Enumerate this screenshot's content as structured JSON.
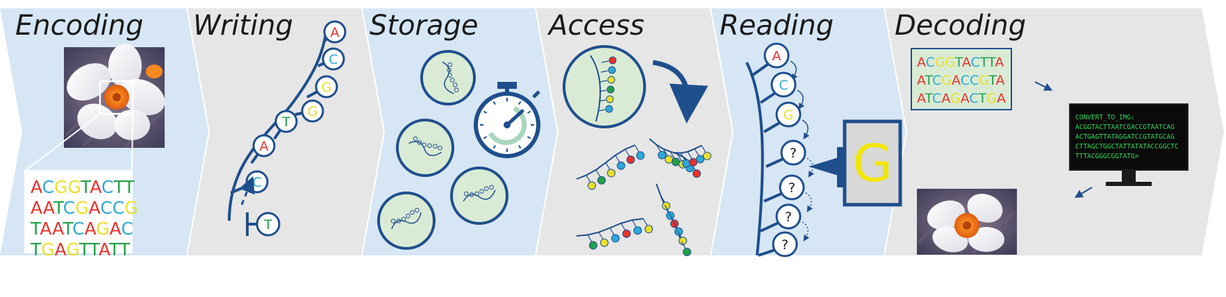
{
  "colors": {
    "blue_panel": "#d6e6f4",
    "grey_panel": "#e6e6e6",
    "dark_blue": "#1f4e8c",
    "A": "#e8322c",
    "C": "#2da9d6",
    "G": "#e8e02a",
    "T": "#22a04b",
    "terminal_text": "#31d65a"
  },
  "stages": [
    {
      "title": "Encoding"
    },
    {
      "title": "Writing"
    },
    {
      "title": "Storage"
    },
    {
      "title": "Access"
    },
    {
      "title": "Reading"
    },
    {
      "title": "Decoding"
    }
  ],
  "encoding": {
    "sequence_lines": [
      "ACGGTACTT",
      "AATCGACCG",
      "TAATCAGAC",
      "TGAGTTATT"
    ]
  },
  "writing": {
    "strand_bases": [
      "C",
      "A",
      "T",
      "G",
      "G",
      "C",
      "A"
    ],
    "incoming_base": "T"
  },
  "reading": {
    "read_bases": [
      "A",
      "C",
      "G"
    ],
    "unknown_base": "?",
    "detected_base": "G"
  },
  "decoding": {
    "sequence_lines": [
      "ACGGTACTTA",
      "ATCGACCGTA",
      "ATCAGACTGA"
    ],
    "terminal_lines": [
      "CONVERT_TO_IMG:",
      "ACGGTACTTAATCGACCGTAATCAG",
      "ACTGAGTTATAGGATCCGTATGCAG",
      "CTTAGCTGGCTATTATATACCGGCTC",
      "TTTACGGGCGGTATG>"
    ]
  }
}
